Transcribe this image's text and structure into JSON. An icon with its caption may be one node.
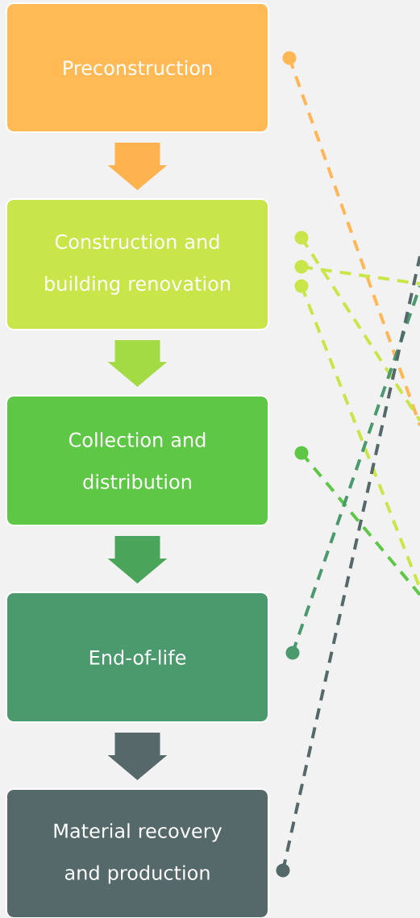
{
  "diagram": {
    "nodes": [
      {
        "text": [
          "Preconstruction"
        ]
      },
      {
        "text": [
          "Construction and building renovation"
        ]
      },
      {
        "text": [
          "Collection and distribution"
        ]
      },
      {
        "text": [
          "End-of-life"
        ]
      },
      {
        "text": [
          "Material recovery and production"
        ]
      }
    ],
    "edges": [
      {
        "from": 0,
        "to": 1,
        "arrow": "to",
        "style": "thick",
        "color": "#ffb34f"
      },
      {
        "from": 1,
        "to": 2,
        "arrow": "to",
        "style": "thick",
        "color": "#a3db45"
      },
      {
        "from": 2,
        "to": 3,
        "arrow": "to",
        "style": "thick",
        "color": "#4aa55a"
      },
      {
        "from": 3,
        "to": 4,
        "arrow": "to",
        "style": "thick",
        "color": "#56686a"
      },
      {
        "from": 0,
        "to": null,
        "arrow": "other",
        "style": "dashed",
        "color": "#ffb655"
      },
      {
        "from": 1,
        "to": null,
        "arrow": "other",
        "style": "dashed",
        "color": "#c8e64a"
      },
      {
        "from": 1,
        "to": null,
        "arrow": "other",
        "style": "dashed",
        "color": "#c8e64a"
      },
      {
        "from": 1,
        "to": null,
        "arrow": "other",
        "style": "dashed",
        "color": "#c8e64a"
      },
      {
        "from": 2,
        "to": null,
        "arrow": "other",
        "style": "dashed",
        "color": "#5ec846"
      },
      {
        "from": 3,
        "to": null,
        "arrow": "other",
        "style": "dashed",
        "color": "#4a9a6e"
      },
      {
        "from": 4,
        "to": null,
        "arrow": "other",
        "style": "dashed",
        "color": "#56696a"
      }
    ]
  }
}
